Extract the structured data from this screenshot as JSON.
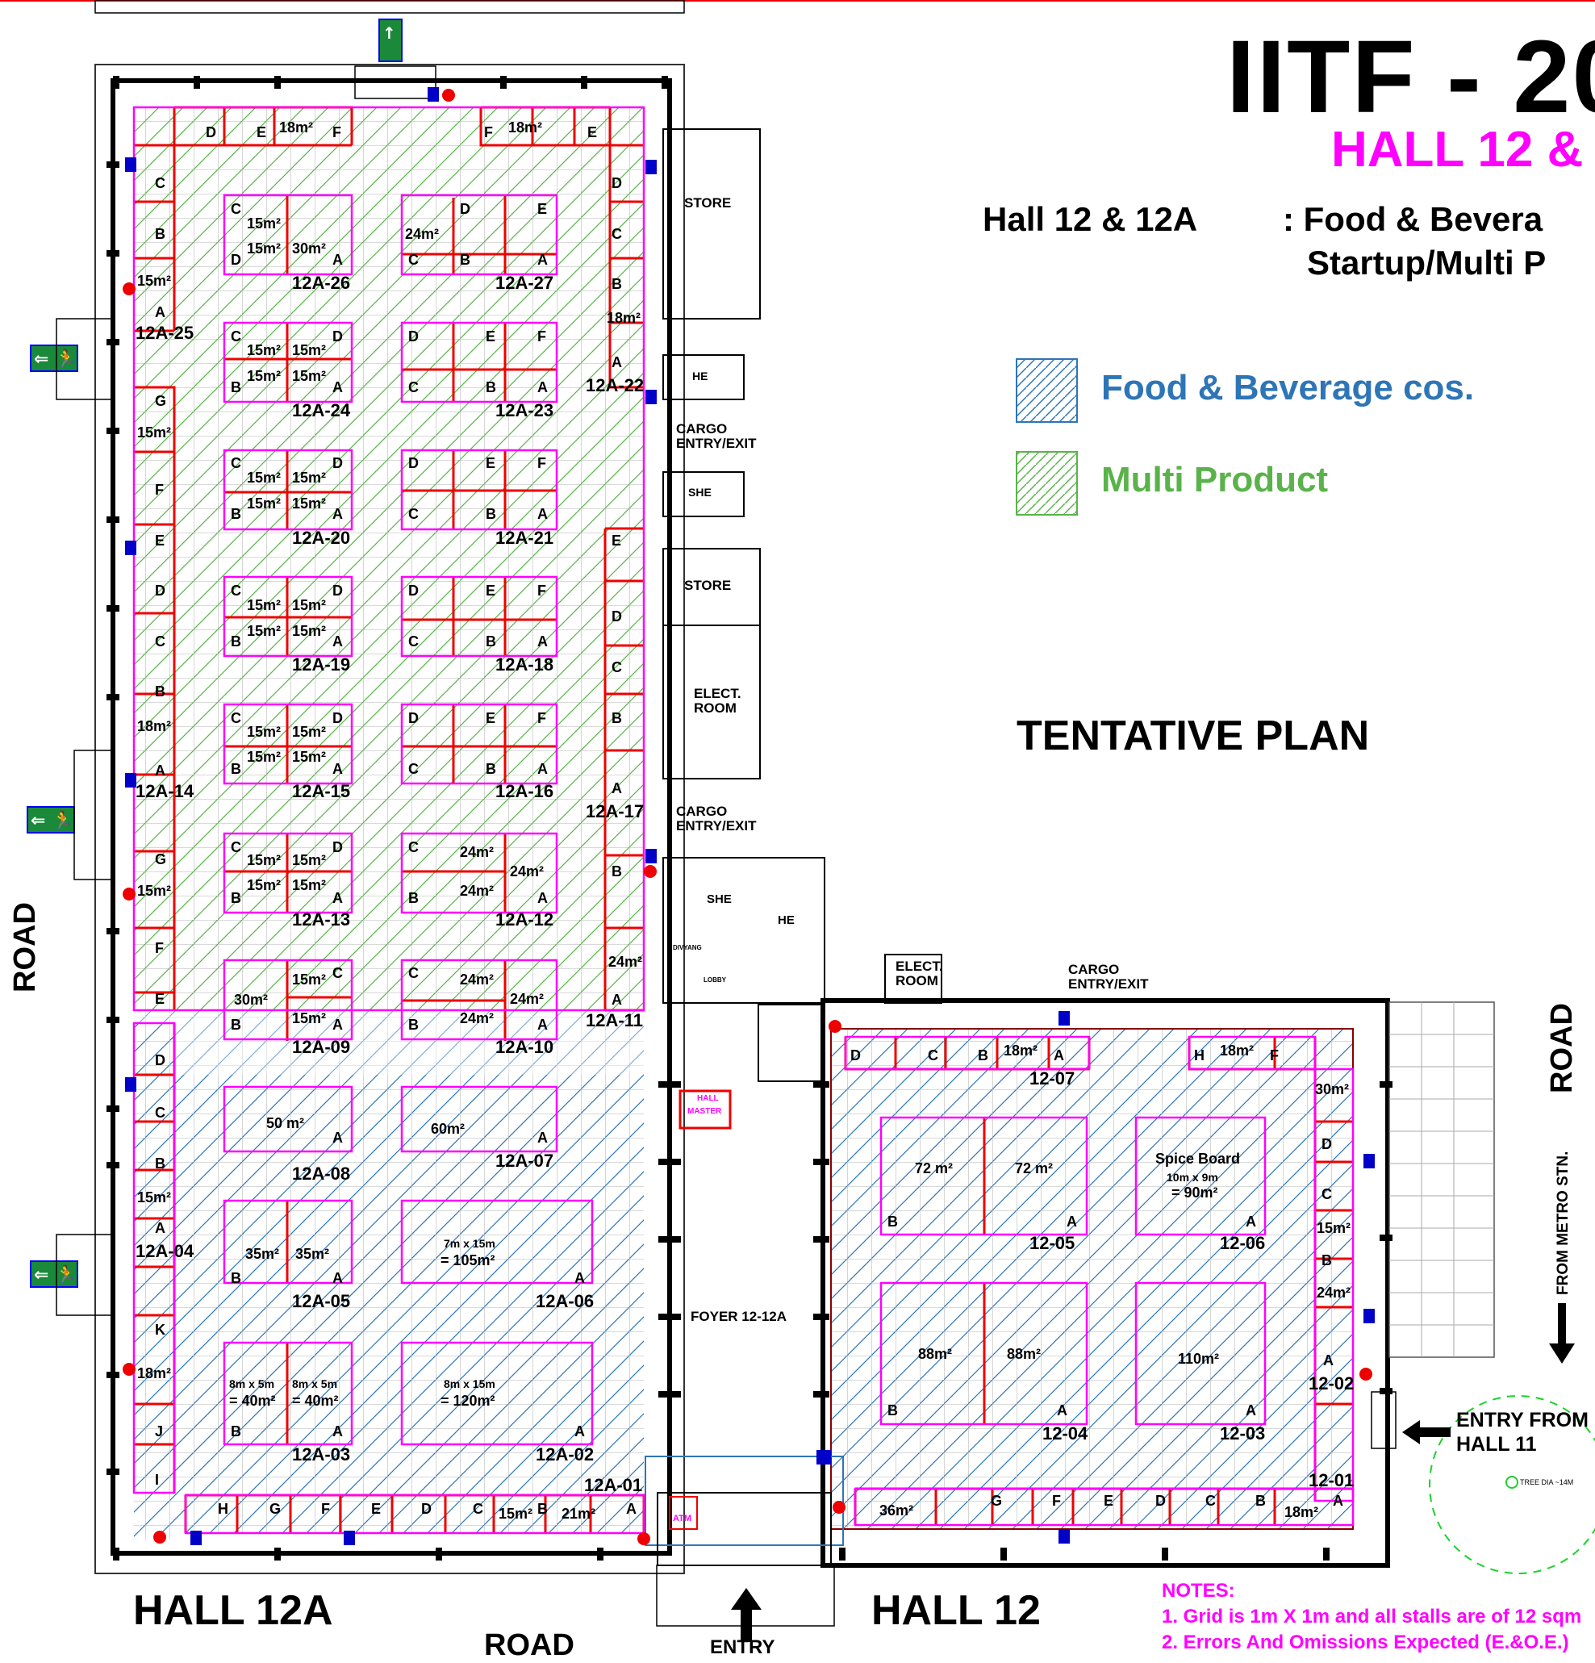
{
  "header": {
    "title": "IITF - 20",
    "subtitle": "HALL 12 &",
    "hall_label": "Hall 12 & 12A",
    "hall_desc_1": ": Food & Bevera",
    "hall_desc_2": "Startup/Multi P"
  },
  "legend": {
    "items": [
      {
        "label": "Food & Beverage cos.",
        "color": "#2e75b6",
        "swatch": "blue-hatch"
      },
      {
        "label": "Multi Product",
        "color": "#59b34a",
        "swatch": "green-hatch"
      }
    ]
  },
  "plan_status": "TENTATIVE PLAN",
  "halls": {
    "hall12a": "HALL 12A",
    "hall12": "HALL  12"
  },
  "roads": {
    "left": "ROAD",
    "right": "ROAD",
    "bottom": "ROAD",
    "entry": "ENTRY",
    "from_metro": "FROM METRO STN.",
    "entry_from_1": "ENTRY FROM",
    "entry_from_2": "HALL 11",
    "tree": "TREE DIA ~14M"
  },
  "facilities": {
    "store_top": "STORE",
    "store_mid": "STORE",
    "he_top": "HE",
    "she_top": "SHE",
    "cargo_1_a": "CARGO",
    "cargo_1_b": "ENTRY/EXIT",
    "cargo_2_a": "CARGO",
    "cargo_2_b": "ENTRY/EXIT",
    "cargo_3_a": "CARGO",
    "cargo_3_b": "ENTRY/EXIT",
    "elect_1_a": "ELECT.",
    "elect_1_b": "ROOM",
    "elect_2_a": "ELECT.",
    "elect_2_b": "ROOM",
    "she_bottom": "SHE",
    "he_bottom": "HE",
    "divyang": "DIVYANG",
    "lobby": "LOBBY",
    "hall_master_1": "HALL",
    "hall_master_2": "MASTER",
    "foyer": "FOYER 12-12A",
    "atm": "ATM"
  },
  "notes": {
    "heading": "NOTES:",
    "n1": "1. Grid is 1m X 1m and all stalls are of 12 sqm",
    "n2": "2. Errors And Omissions Expected (E.&O.E.)"
  },
  "stalls_12a": {
    "s26": {
      "id": "12A-26",
      "a": "15m²",
      "b": "15m²",
      "c": "30m²"
    },
    "s27": {
      "id": "12A-27",
      "a": "24m²"
    },
    "s25": {
      "id": "12A-25",
      "a": "15m²"
    },
    "s24": {
      "id": "12A-24",
      "a": "15m²",
      "b": "15m²",
      "c": "15m²",
      "d": "15m²"
    },
    "s23": {
      "id": "12A-23"
    },
    "s22": {
      "id": "12A-22",
      "a": "18m²"
    },
    "s20": {
      "id": "12A-20",
      "a": "15m²",
      "b": "15m²",
      "c": "15m²",
      "d": "15m²"
    },
    "s21": {
      "id": "12A-21"
    },
    "s19": {
      "id": "12A-19",
      "a": "15m²",
      "b": "15m²",
      "c": "15m²",
      "d": "15m²"
    },
    "s18": {
      "id": "12A-18"
    },
    "s15": {
      "id": "12A-15",
      "a": "15m²",
      "b": "15m²",
      "c": "15m²",
      "d": "15m²"
    },
    "s16": {
      "id": "12A-16"
    },
    "s14": {
      "id": "12A-14",
      "a": "18m²"
    },
    "s17": {
      "id": "12A-17"
    },
    "s13": {
      "id": "12A-13",
      "a": "15m²",
      "b": "15m²",
      "c": "15m²",
      "d": "15m²"
    },
    "s12": {
      "id": "12A-12",
      "a": "24m²",
      "b": "24m²",
      "c": "24m²"
    },
    "s11": {
      "id": "12A-11",
      "a": "24m²"
    },
    "s09": {
      "id": "12A-09",
      "a": "30m²",
      "b": "15m²",
      "c": "15m²"
    },
    "s10": {
      "id": "12A-10",
      "a": "24m²",
      "b": "24m²",
      "c": "24m²"
    },
    "s08": {
      "id": "12A-08",
      "a": "50 m²"
    },
    "s07": {
      "id": "12A-07",
      "a": "60m²"
    },
    "s04": {
      "id": "12A-04",
      "a": "15m²"
    },
    "s05": {
      "id": "12A-05",
      "a": "35m²",
      "b": "35m²"
    },
    "s06": {
      "id": "12A-06",
      "a": "7m x 15m",
      "b": "= 105m²"
    },
    "s03": {
      "id": "12A-03",
      "a": "8m x 5m",
      "b": "= 40m²",
      "c": "8m x 5m",
      "d": "= 40m²"
    },
    "s02": {
      "id": "12A-02",
      "a": "8m x 15m",
      "b": "= 120m²"
    },
    "s01": {
      "id": "12A-01",
      "a": "15m²",
      "b": "21m²"
    },
    "top_left_18": "18m²",
    "top_right_18": "18m²",
    "left_g_15": "15m²",
    "left_g2_15": "15m²",
    "left_k_18": "18m²"
  },
  "stalls_12": {
    "s07": {
      "id": "12-07",
      "a": "18m²",
      "b": "18m²"
    },
    "s05": {
      "id": "12-05",
      "a": "72 m²",
      "b": "72 m²"
    },
    "s06": {
      "id": "12-06",
      "a": "Spice Board",
      "b": "10m x 9m",
      "c": "= 90m²"
    },
    "s02": {
      "id": "12-02",
      "a": "30m²",
      "b": "15m²",
      "c": "24m²"
    },
    "s04": {
      "id": "12-04",
      "a": "88m²",
      "b": "88m²"
    },
    "s03": {
      "id": "12-03",
      "a": "110m²"
    },
    "s01": {
      "id": "12-01",
      "a": "36m²",
      "b": "18m²"
    }
  }
}
